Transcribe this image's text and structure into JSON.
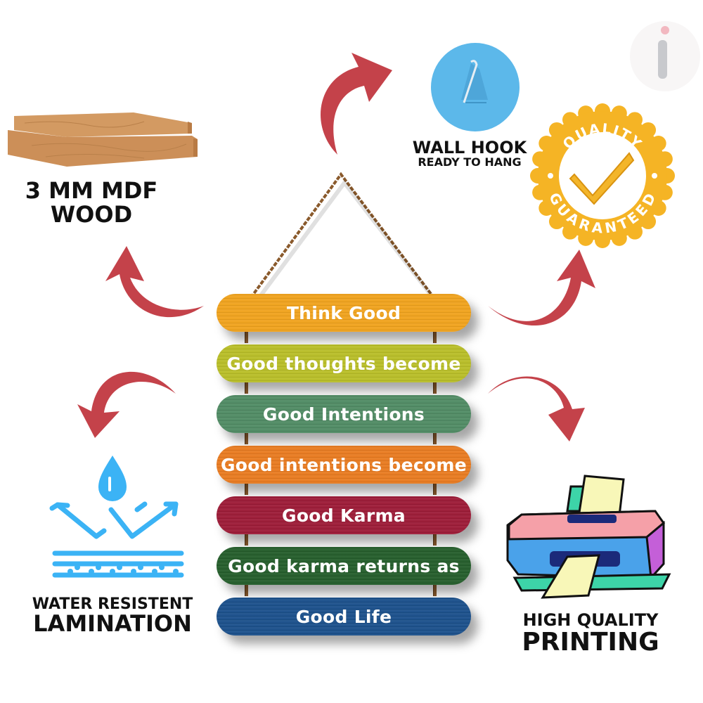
{
  "features": {
    "wood": {
      "line1": "3 MM MDF",
      "line2": "WOOD",
      "icon": "wood-planks-icon"
    },
    "hook": {
      "title": "WALL HOOK",
      "subtitle": "READY TO HANG",
      "icon": "wall-hook-icon"
    },
    "quality": {
      "top_text": "QUALITY",
      "bottom_text": "GUARANTEED",
      "icon": "checkmark-badge-icon"
    },
    "water": {
      "line1": "WATER RESISTENT",
      "line2": "LAMINATION",
      "icon": "water-drop-icon"
    },
    "printing": {
      "line1": "HIGH QUALITY",
      "line2": "PRINTING",
      "icon": "printer-icon"
    }
  },
  "planks": [
    {
      "text": "Think Good",
      "color": "#f0a21c"
    },
    {
      "text": "Good thoughts become",
      "color": "#b8bd26"
    },
    {
      "text": "Good Intentions",
      "color": "#4f8a63"
    },
    {
      "text": "Good intentions become",
      "color": "#e87a1f"
    },
    {
      "text": "Good Karma",
      "color": "#9c1a36"
    },
    {
      "text": "Good karma returns as",
      "color": "#235c2a"
    },
    {
      "text": "Good Life",
      "color": "#1a4f8a"
    }
  ],
  "colors": {
    "arrow": "#c4424a",
    "water_icon": "#3bb3f5",
    "badge": "#f5b425",
    "hook": "#5cb8ea"
  },
  "logo": {
    "letter": "i"
  }
}
